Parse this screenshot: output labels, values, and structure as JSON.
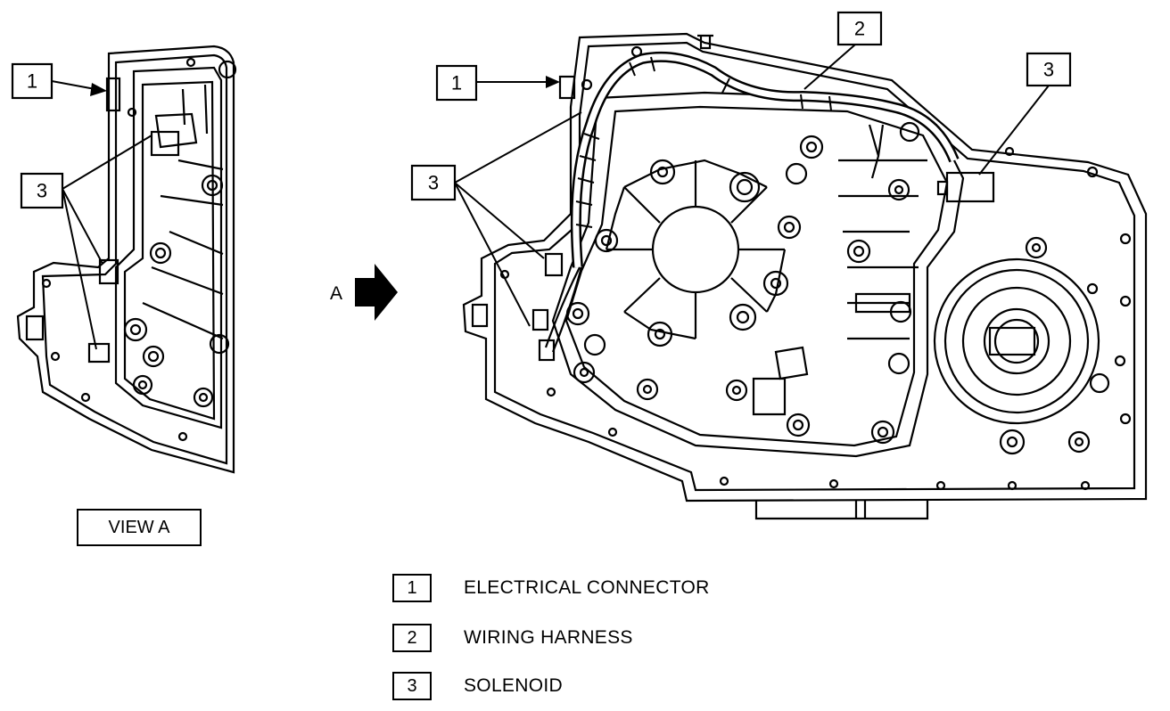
{
  "view_label": "VIEW A",
  "arrow_label": "A",
  "callouts": {
    "one": "1",
    "two": "2",
    "three": "3"
  },
  "legend": [
    {
      "num": "1",
      "text": "ELECTRICAL CONNECTOR"
    },
    {
      "num": "2",
      "text": "WIRING HARNESS"
    },
    {
      "num": "3",
      "text": "SOLENOID"
    }
  ]
}
